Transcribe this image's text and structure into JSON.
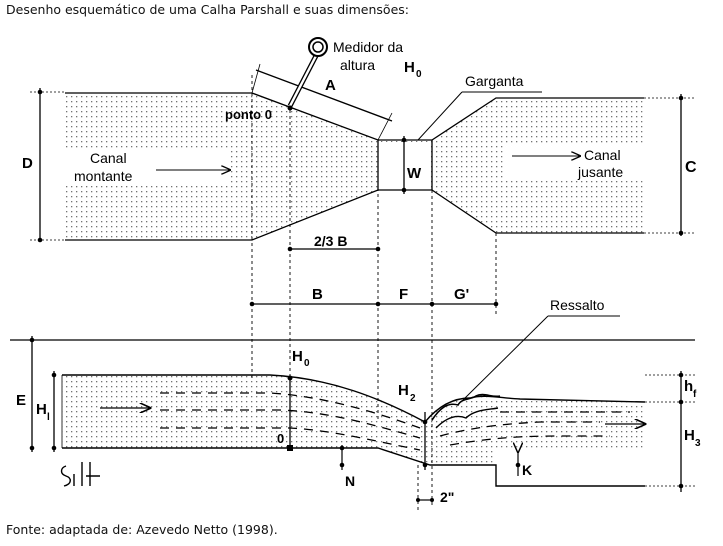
{
  "caption": {
    "title": "Desenho esquemático de uma Calha Parshall e suas dimensões:",
    "source": "Fonte: adaptada de: Azevedo Netto (1998)."
  },
  "plan_view": {
    "gauge_label_line1": "Medidor da",
    "gauge_label_line2": "altura",
    "gauge_label_h": "H",
    "gauge_label_h_sub": "0",
    "dim_a": "A",
    "ponto0": "ponto 0",
    "throat": "Garganta",
    "dim_d": "D",
    "dim_c": "C",
    "dim_w": "W",
    "upstream_line1": "Canal",
    "upstream_line2": "montante",
    "downstream_line1": "Canal",
    "downstream_line2": "jusante",
    "dim_two_thirds_b": "2/3 B"
  },
  "dimension_row": {
    "b": "B",
    "f": "F",
    "g": "G'"
  },
  "profile_view": {
    "hydraulic_jump": "Ressalto",
    "e": "E",
    "h1": "H",
    "h1_sub": "l",
    "h0": "H",
    "h0_sub": "0",
    "zero": "0",
    "h2": "H",
    "h2_sub": "2",
    "hf": "h",
    "hf_sub": "f",
    "h3": "H",
    "h3_sub": "3",
    "k": "K",
    "n": "N",
    "two_inch": "2\"",
    "signature": "Sil"
  }
}
